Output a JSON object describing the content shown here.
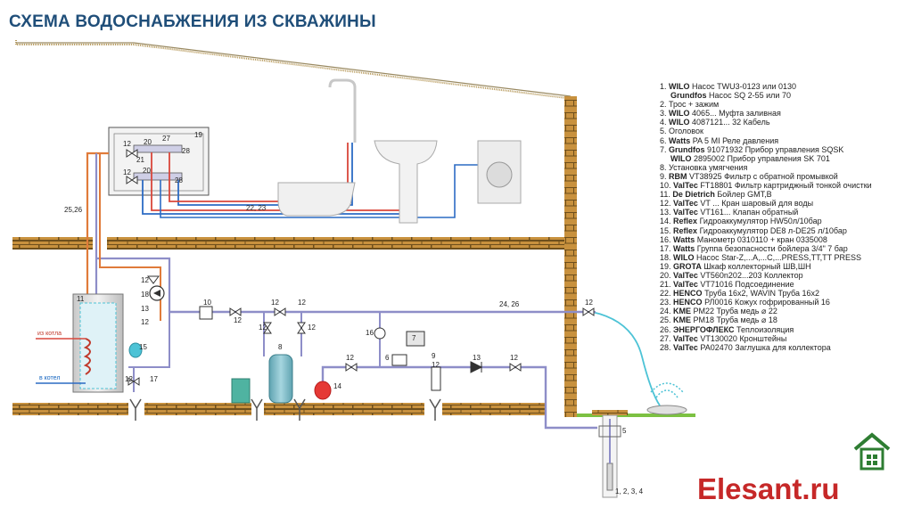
{
  "title": "СХЕМА ВОДОСНАБЖЕНИЯ ИЗ СКВАЖИНЫ",
  "brand": "Elesant.ru",
  "labels": {
    "pipes_22_23": "22, 23",
    "pipes_25_26": "25,26",
    "pipes_24_26": "24, 26",
    "from_boiler": "из котла",
    "to_boiler": "в котел",
    "well_items": "1, 2, 3, 4"
  },
  "legend": [
    {
      "num": "1.",
      "brand": "WILO",
      "text": "Насос TWU3-0123 или 0130"
    },
    {
      "num": "",
      "brand": "Grundfos",
      "text": "Насос SQ 2-55 или 70"
    },
    {
      "num": "2.",
      "brand": "",
      "text": "Трос + зажим"
    },
    {
      "num": "3.",
      "brand": "WILO",
      "text": "4065...   Муфта заливная"
    },
    {
      "num": "4.",
      "brand": "WILO",
      "text": "4087121... 32   Кабель"
    },
    {
      "num": "5.",
      "brand": "",
      "text": "Оголовок"
    },
    {
      "num": "6.",
      "brand": "Watts",
      "text": "PA 5 MI   Реле давления"
    },
    {
      "num": "7.",
      "brand": "Grundfos",
      "text": "91071932   Прибор управления SQSK"
    },
    {
      "num": "",
      "brand": "WILO",
      "text": "2895002   Прибор управления SK 701"
    },
    {
      "num": "8.",
      "brand": "",
      "text": "Установка умягчения"
    },
    {
      "num": "9.",
      "brand": "RBM",
      "text": "VT38925 Фильтр с обратной промывкой"
    },
    {
      "num": "10.",
      "brand": "ValTec",
      "text": "FT18801 Фильтр картриджный тонкой очистки"
    },
    {
      "num": "11.",
      "brand": "De Dietrich",
      "text": "Бойлер GMT,B"
    },
    {
      "num": "12.",
      "brand": "ValTec",
      "text": "VT ...   Кран шаровый для воды"
    },
    {
      "num": "13.",
      "brand": "ValTec",
      "text": "VT161...   Клапан обратный"
    },
    {
      "num": "14.",
      "brand": "Reflex",
      "text": "Гидроаккумулятор HW50л/10бар"
    },
    {
      "num": "15.",
      "brand": "Reflex",
      "text": "Гидроаккумулятор DE8 л-DE25 л/10бар"
    },
    {
      "num": "16.",
      "brand": "Watts",
      "text": "Манометр 0310110  +  кран 0335008"
    },
    {
      "num": "17.",
      "brand": "Watts",
      "text": "Группа безопасности бойлера 3/4\" 7 бар"
    },
    {
      "num": "18.",
      "brand": "WILO",
      "text": "Насос Star-Z,...A,...C,...PRESS,TT,TT PRESS"
    },
    {
      "num": "19.",
      "brand": "GROTA",
      "text": "Шкаф коллекторный  ШВ,ШН"
    },
    {
      "num": "20.",
      "brand": "ValTec",
      "text": "VT560n202...203   Коллектор"
    },
    {
      "num": "21.",
      "brand": "ValTec",
      "text": "VT71016   Подсоединение"
    },
    {
      "num": "22.",
      "brand": "HENCO",
      "text": "Труба 16x2, WAVIN Труба 16x2"
    },
    {
      "num": "23.",
      "brand": "HENCO",
      "text": "РЛ0016   Кожух гофрированный 16"
    },
    {
      "num": "24.",
      "brand": "KME",
      "text": "PM22   Труба медь ⌀ 22"
    },
    {
      "num": "25.",
      "brand": "KME",
      "text": "PM18   Труба медь ⌀ 18"
    },
    {
      "num": "26.",
      "brand": "ЭНЕРГОФЛЕКС",
      "text": "Теплоизоляция"
    },
    {
      "num": "27.",
      "brand": "ValTec",
      "text": "VT130020   Кронштейны"
    },
    {
      "num": "28.",
      "brand": "ValTec",
      "text": "PA02470   Заглушка для коллектора"
    }
  ],
  "colors": {
    "title": "#1f4e79",
    "brick": "#c8913e",
    "brick_line": "#7a5a22",
    "pipe_main": "#8e8ec8",
    "pipe_hot": "#d9473b",
    "pipe_cold": "#2c6bc4",
    "pipe_copper": "#e07b3a",
    "water": "#4dc3d6",
    "brand": "#c62828"
  }
}
